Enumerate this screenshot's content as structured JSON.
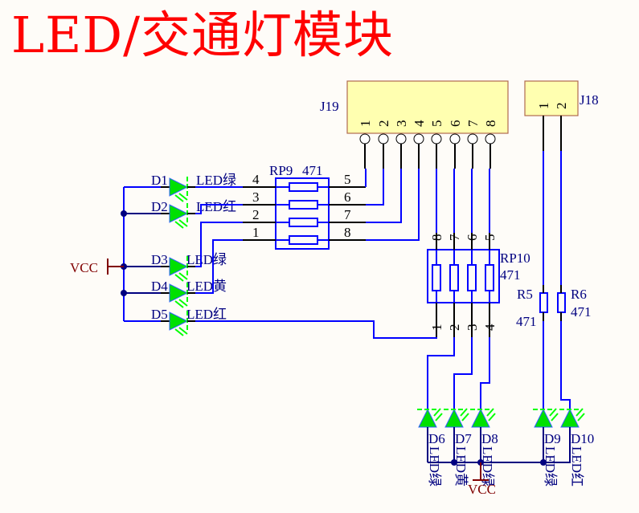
{
  "title": "LED/交通灯模块",
  "colors": {
    "title": "#ff0000",
    "wire": "#0000ff",
    "pin_line": "#000000",
    "label": "#000080",
    "connector_fill": "#ffffb0",
    "connector_border": "#a0522d",
    "led_fill": "#00e000",
    "led_rays": "#00ff00",
    "power": "#800000",
    "junction": "#000080"
  },
  "connectors": [
    {
      "ref": "J19",
      "pins": [
        "1",
        "2",
        "3",
        "4",
        "5",
        "6",
        "7",
        "8"
      ]
    },
    {
      "ref": "J18",
      "pins": [
        "1",
        "2"
      ]
    }
  ],
  "resistor_networks": [
    {
      "ref": "RP9",
      "value": "471",
      "left_pins": [
        "4",
        "3",
        "2",
        "1"
      ],
      "right_pins": [
        "5",
        "6",
        "7",
        "8"
      ]
    },
    {
      "ref": "RP10",
      "value": "471",
      "top_pins": [
        "8",
        "7",
        "6",
        "5"
      ],
      "bottom_pins": [
        "1",
        "2",
        "3",
        "4"
      ]
    }
  ],
  "resistors": [
    {
      "ref": "R5",
      "value": "471"
    },
    {
      "ref": "R6",
      "value": "471"
    }
  ],
  "leds": [
    {
      "ref": "D1",
      "label": "LED绿"
    },
    {
      "ref": "D2",
      "label": "LED红"
    },
    {
      "ref": "D3",
      "label": "LED绿"
    },
    {
      "ref": "D4",
      "label": "LED黄"
    },
    {
      "ref": "D5",
      "label": "LED红"
    },
    {
      "ref": "D6",
      "label": "LED绿"
    },
    {
      "ref": "D7",
      "label": "LED黄"
    },
    {
      "ref": "D8",
      "label": "LED绿"
    },
    {
      "ref": "D9",
      "label": "LED绿"
    },
    {
      "ref": "D10",
      "label": "LED红"
    }
  ],
  "power": [
    {
      "net": "VCC",
      "location": "left"
    },
    {
      "net": "VCC",
      "location": "bottom"
    }
  ]
}
